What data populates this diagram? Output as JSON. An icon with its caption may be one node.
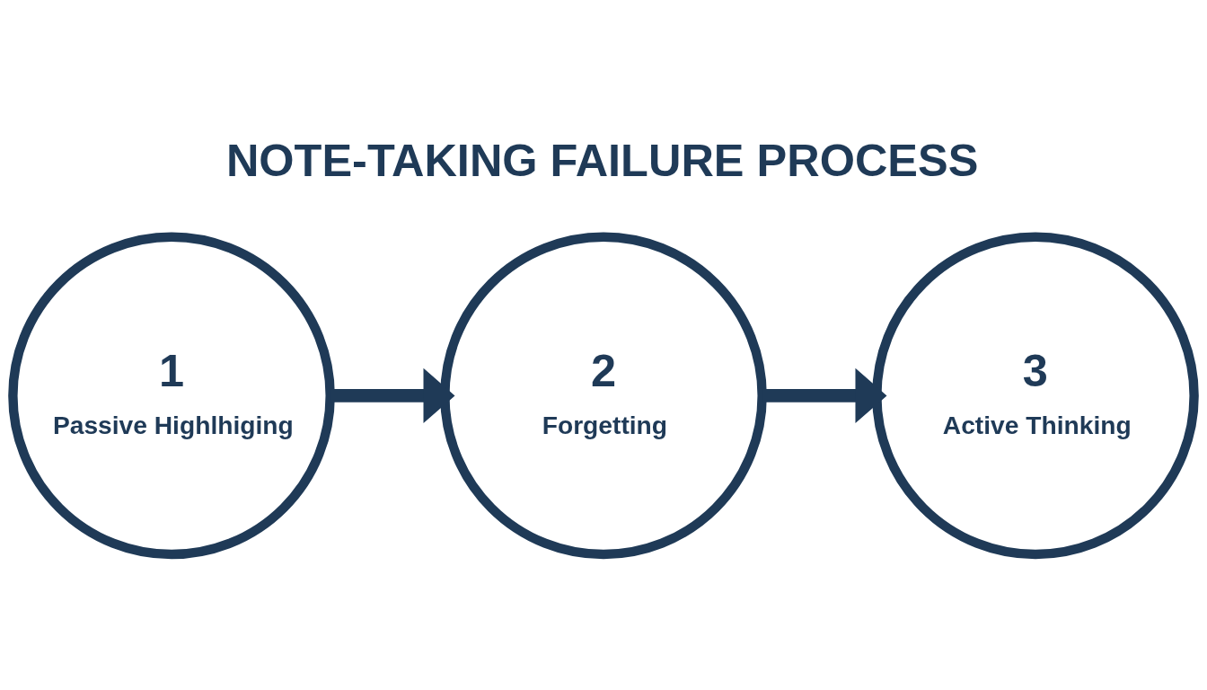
{
  "diagram": {
    "title": "NOTE-TAKING FAILURE PROCESS",
    "nodes": [
      {
        "text": [
          "1",
          "Passive Highlhiging"
        ]
      },
      {
        "text": [
          "2",
          "Forgetting"
        ]
      },
      {
        "text": [
          "3",
          "Active Thinking"
        ]
      }
    ],
    "edges": [
      {
        "from": 0,
        "to": 1,
        "arrow": "to"
      },
      {
        "from": 1,
        "to": 2,
        "arrow": "to"
      }
    ]
  }
}
